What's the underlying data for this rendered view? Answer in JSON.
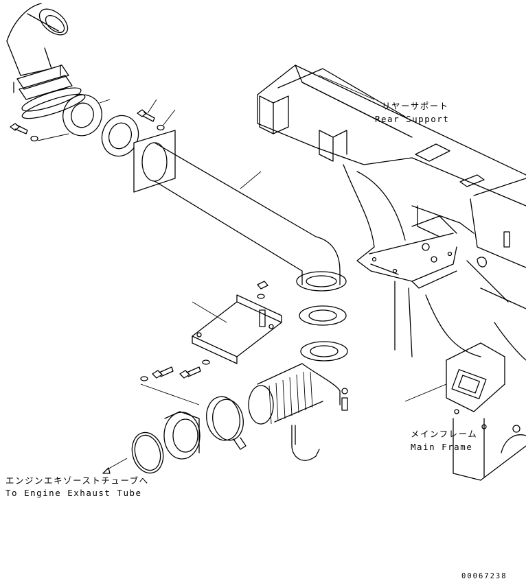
{
  "labels": {
    "rear_support_jp": "リヤーサポート",
    "rear_support_en": "Rear Support",
    "main_frame_jp": "メインフレーム",
    "main_frame_en": "Main Frame",
    "exhaust_jp": "エンジンエキゾーストチューブへ",
    "exhaust_en": "To Engine Exhaust Tube"
  },
  "drawing_code": "00067238"
}
